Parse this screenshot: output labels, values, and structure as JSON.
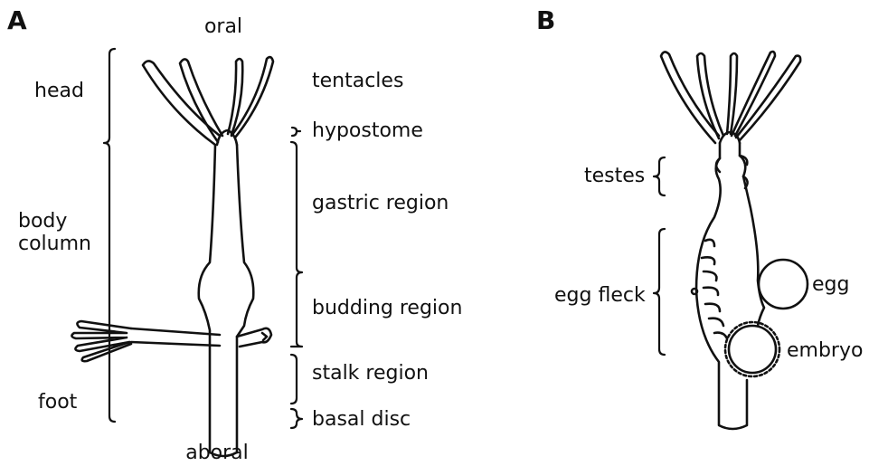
{
  "panel_a": {
    "letter": "A",
    "labels": {
      "oral": "oral",
      "aboral": "aboral",
      "head": "head",
      "body_column_line1": "body",
      "body_column_line2": "column",
      "foot": "foot",
      "tentacles": "tentacles",
      "hypostome": "hypostome",
      "gastric_region": "gastric region",
      "budding_region": "budding region",
      "stalk_region": "stalk region",
      "basal_disc": "basal disc"
    }
  },
  "panel_b": {
    "letter": "B",
    "labels": {
      "testes": "testes",
      "egg_fleck": "egg fleck",
      "egg": "egg",
      "embryo": "embryo"
    }
  }
}
